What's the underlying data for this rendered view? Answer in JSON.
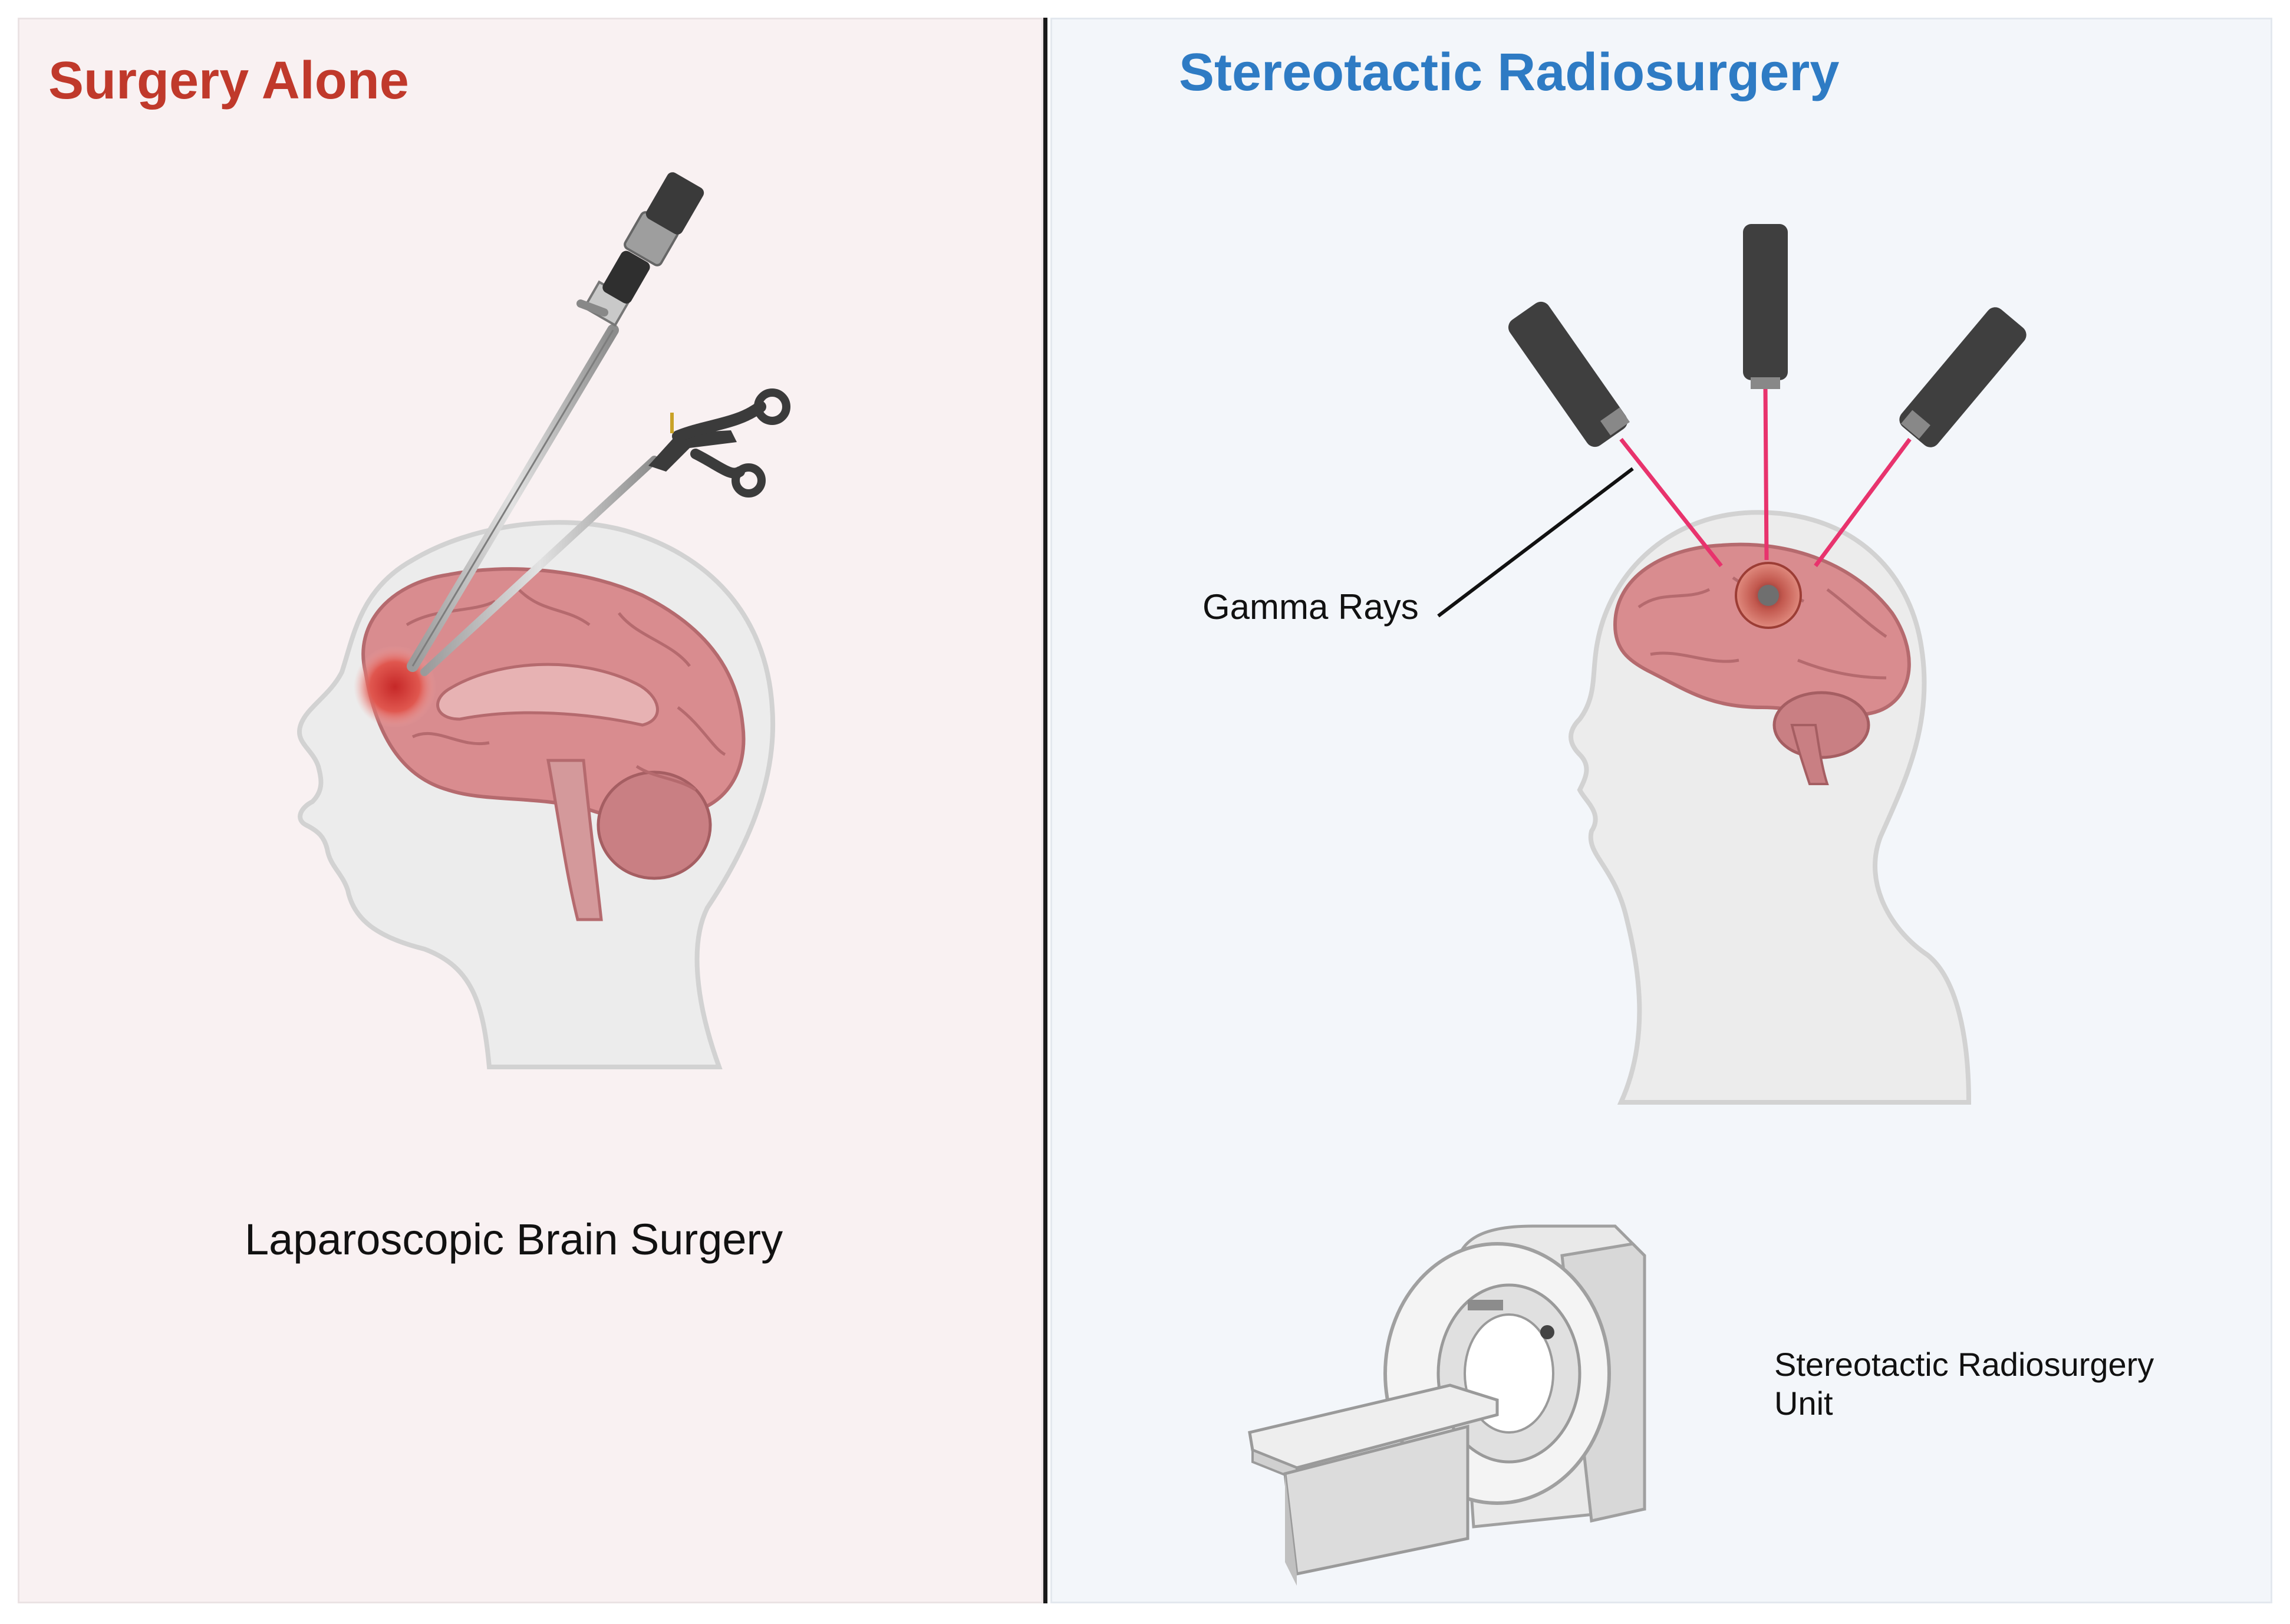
{
  "left_panel": {
    "title": "Surgery Alone",
    "caption": "Laparoscopic Brain Surgery"
  },
  "right_panel": {
    "title": "Stereotactic Radiosurgery",
    "gamma_label": "Gamma Rays",
    "unit_label_line1": "Stereotactic Radiosurgery",
    "unit_label_line2": "Unit"
  },
  "colors": {
    "left_title": "#c0392b",
    "right_title": "#2e7bc4",
    "left_background": "#f9f1f2",
    "right_background": "#f3f6fa",
    "brain": "#d98c8f",
    "tumor": "#c62828",
    "gamma_beam": "#e8336d",
    "emitter": "#3f3f3f"
  },
  "icons": {
    "laparoscope": "laparoscope-icon",
    "grasper": "grasper-icon",
    "head_left": "head-profile-icon",
    "head_right": "head-profile-icon",
    "emitters": "gamma-emitter-icon",
    "machine": "radiosurgery-machine-icon"
  }
}
